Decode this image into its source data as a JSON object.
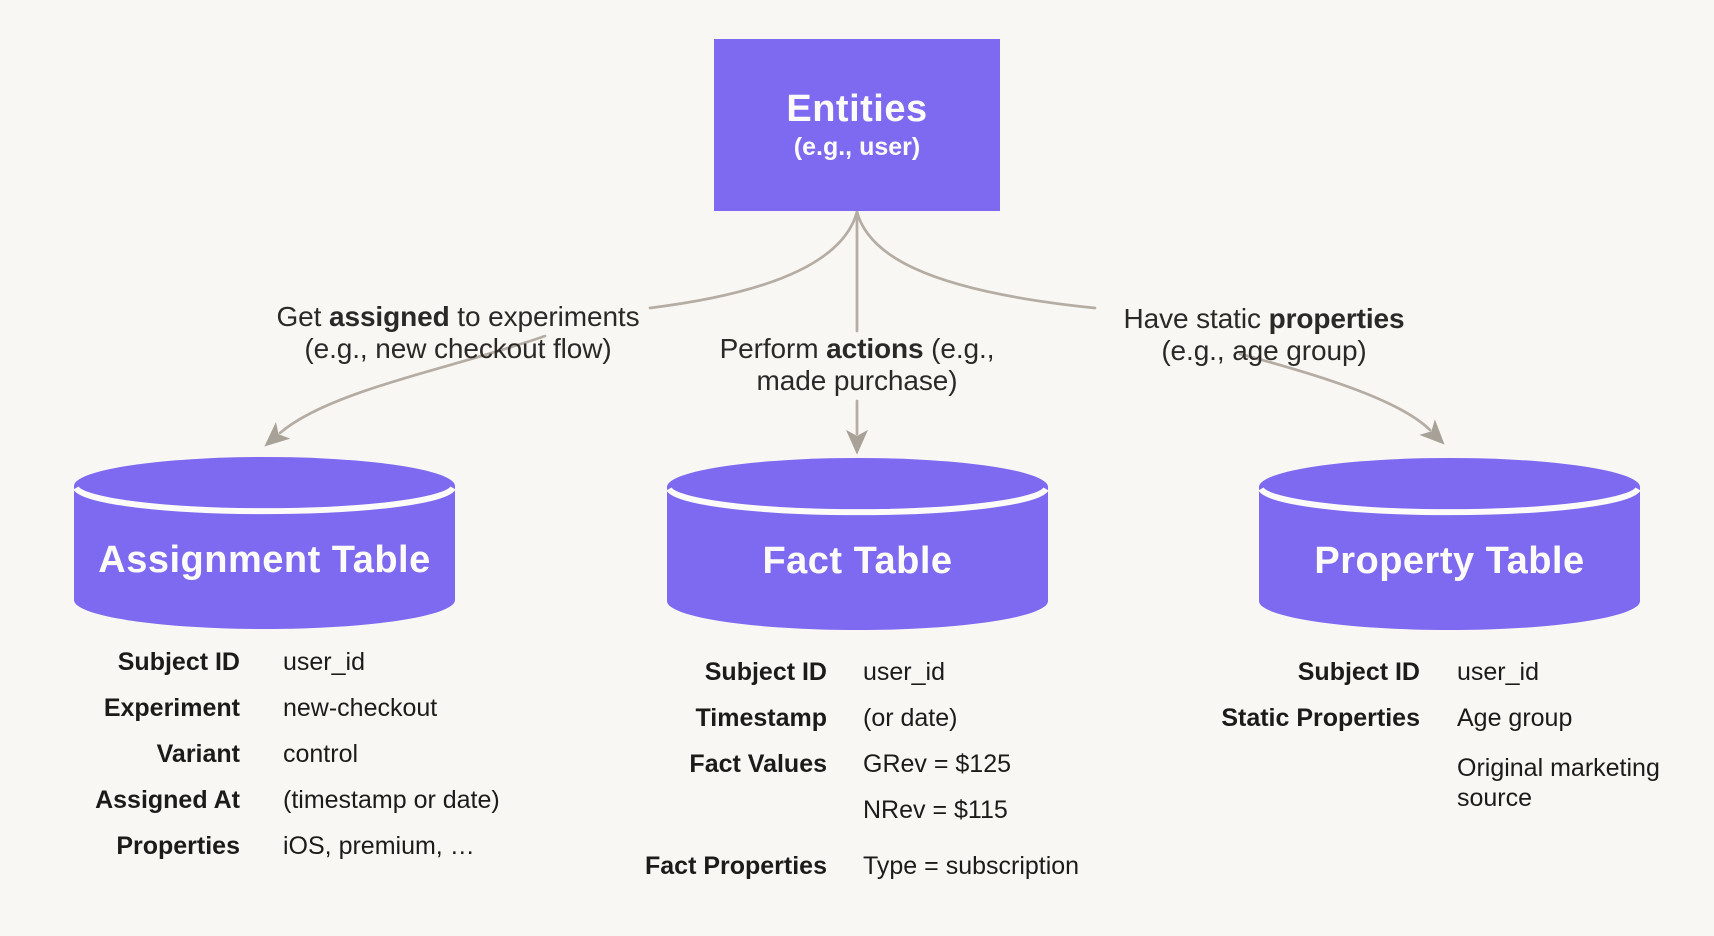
{
  "colors": {
    "background": "#F9F7F3",
    "node_purple": "#7D6AF0",
    "node_text": "#FCFBF8",
    "arrow_line": "#B5ADA4",
    "arrow_head": "#A8A198",
    "body_text": "#1C1B1A",
    "label_text": "#2A2927"
  },
  "root_node": {
    "title": "Entities",
    "subtitle": "(e.g., user)"
  },
  "edges": [
    {
      "pre": "Get ",
      "bold": "assigned",
      "post": " to experiments",
      "line2": "(e.g., new checkout flow)"
    },
    {
      "pre": "Perform ",
      "bold": "actions",
      "post": " (e.g.,",
      "line2": "made purchase)"
    },
    {
      "pre": "Have static ",
      "bold": "properties",
      "post": "",
      "line2": "(e.g., age group)"
    }
  ],
  "stores": [
    {
      "title": "Assignment Table",
      "rows": [
        {
          "key": "Subject ID",
          "value": "user_id"
        },
        {
          "key": "Experiment",
          "value": "new-checkout"
        },
        {
          "key": "Variant",
          "value": "control"
        },
        {
          "key": "Assigned At",
          "value": "(timestamp or date)"
        },
        {
          "key": "Properties",
          "value": "iOS, premium, …"
        }
      ]
    },
    {
      "title": "Fact Table",
      "rows": [
        {
          "key": "Subject ID",
          "value": "user_id"
        },
        {
          "key": "Timestamp",
          "value": "(or date)"
        },
        {
          "key": "Fact Values",
          "value": "GRev = $125"
        },
        {
          "key": "",
          "value": "NRev = $115"
        },
        {
          "key": "Fact Properties",
          "value": "Type = subscription"
        }
      ]
    },
    {
      "title": "Property Table",
      "rows": [
        {
          "key": "Subject ID",
          "value": "user_id"
        },
        {
          "key": "Static Properties",
          "value": "Age group"
        },
        {
          "key": "",
          "value": "Original marketing source"
        }
      ]
    }
  ]
}
